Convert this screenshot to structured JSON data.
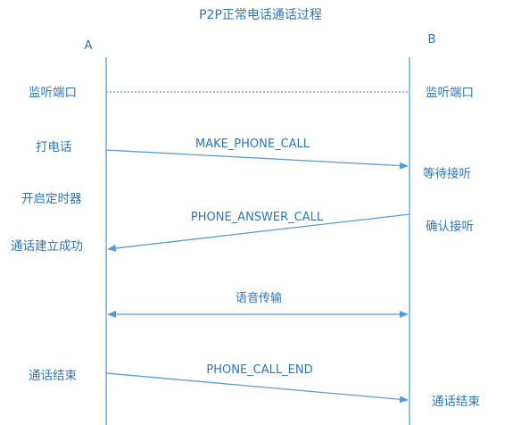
{
  "title": "P2P正常电话通话过程",
  "colors": {
    "line": "#5b9bd5",
    "text": "#2e75b6"
  },
  "participants": [
    {
      "id": "A",
      "label": "A"
    },
    {
      "id": "B",
      "label": "B"
    }
  ],
  "steps": [
    {
      "left": "监听端口",
      "right": "监听端口",
      "message": "",
      "direction": "none",
      "style": "dotted"
    },
    {
      "left": "打电话",
      "right": "等待接听",
      "message": "MAKE_PHONE_CALL",
      "direction": "A-to-B"
    },
    {
      "left": "开启定时器",
      "right": "",
      "message": "",
      "direction": "none"
    },
    {
      "left": "通话建立成功",
      "right": "确认接听",
      "message": "PHONE_ANSWER_CALL",
      "direction": "B-to-A"
    },
    {
      "left": "",
      "right": "",
      "message": "语音传输",
      "direction": "both"
    },
    {
      "left": "通话结束",
      "right": "通话结束",
      "message": "PHONE_CALL_END",
      "direction": "A-to-B"
    }
  ]
}
